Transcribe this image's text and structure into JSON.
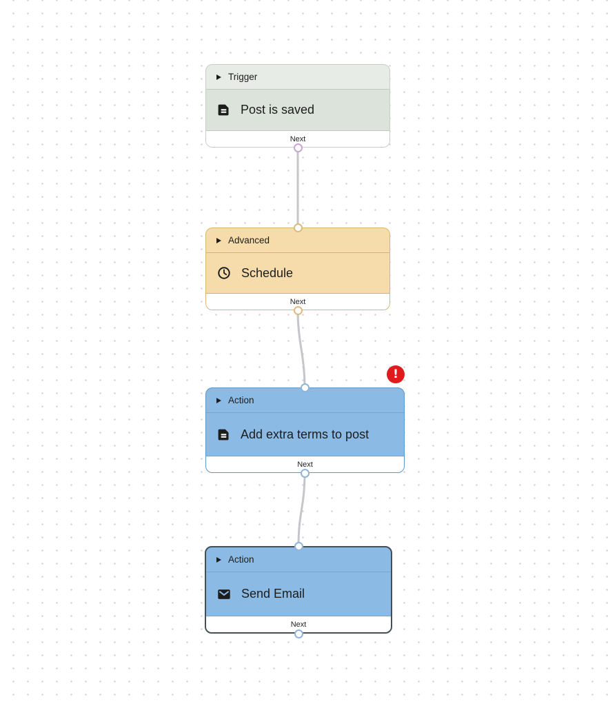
{
  "canvas": {
    "background": "#ffffff",
    "dot_color": "#d4d4d4"
  },
  "colors": {
    "trigger_fill": "#dce3db",
    "trigger_header_fill": "#e8ece7",
    "trigger_border": "#c6cdc5",
    "advanced_fill": "#f6dcaa",
    "advanced_border": "#d9b572",
    "action_fill": "#8bbbe4",
    "action_border": "#5f96c8",
    "selected_border": "#454d55",
    "edge_line": "#c5c6ca",
    "error_badge": "#e01b1b",
    "port_trigger_output": "#c6a6d2",
    "port_advanced": "#dcba80",
    "port_action": "#8fb4d9"
  },
  "nodes": [
    {
      "type": "trigger",
      "category": "Trigger",
      "title": "Post is saved",
      "icon": "note-icon",
      "next_label": "Next"
    },
    {
      "type": "advanced",
      "category": "Advanced",
      "title": "Schedule",
      "icon": "clock-icon",
      "next_label": "Next"
    },
    {
      "type": "action",
      "category": "Action",
      "title": "Add extra terms to post",
      "icon": "note-icon",
      "next_label": "Next",
      "has_error": true
    },
    {
      "type": "action",
      "category": "Action",
      "title": "Send Email",
      "icon": "mail-icon",
      "next_label": "Next",
      "selected": true
    }
  ],
  "error_badge": {
    "glyph": "!"
  }
}
